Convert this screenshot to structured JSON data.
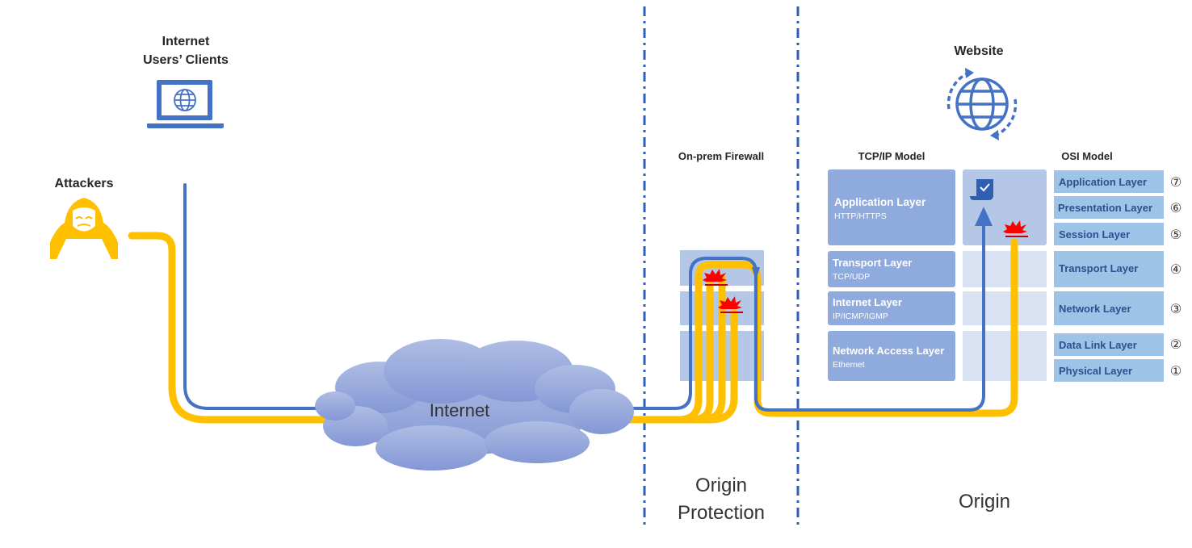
{
  "labels": {
    "clients_line1": "Internet",
    "clients_line2": "Users’ Clients",
    "attackers": "Attackers",
    "internet": "Internet",
    "firewall": "On-prem Firewall",
    "origin_protection_line1": "Origin",
    "origin_protection_line2": "Protection",
    "origin": "Origin",
    "website": "Website"
  },
  "tcpip_model": {
    "title": "TCP/IP Model",
    "layers": [
      {
        "name": "Application Layer",
        "protocols": "HTTP/HTTPS"
      },
      {
        "name": "Transport Layer",
        "protocols": "TCP/UDP"
      },
      {
        "name": "Internet Layer",
        "protocols": "IP/ICMP/IGMP"
      },
      {
        "name": "Network Access Layer",
        "protocols": "Ethernet"
      }
    ]
  },
  "osi_model": {
    "title": "OSI Model",
    "layers": [
      {
        "name": "Application Layer",
        "number": "⑦"
      },
      {
        "name": "Presentation Layer",
        "number": "⑥"
      },
      {
        "name": "Session Layer",
        "number": "⑤"
      },
      {
        "name": "Transport Layer",
        "number": "④"
      },
      {
        "name": "Network Layer",
        "number": "③"
      },
      {
        "name": "Data Link Layer",
        "number": "②"
      },
      {
        "name": "Physical Layer",
        "number": "①"
      }
    ]
  },
  "colors": {
    "legit_path": "#4472c4",
    "attack_path": "#ffc000",
    "block_mark": "#ff0000",
    "layer_dark": "#8faadc",
    "layer_light": "#b4c7e7",
    "cloud": "#8fa8dc",
    "divider": "#2f5fb3"
  },
  "icons": [
    "laptop-icon",
    "globe-icon",
    "hacker-icon",
    "cloud-icon",
    "website-globe-icon",
    "document-check-icon",
    "block-burst-icon"
  ]
}
